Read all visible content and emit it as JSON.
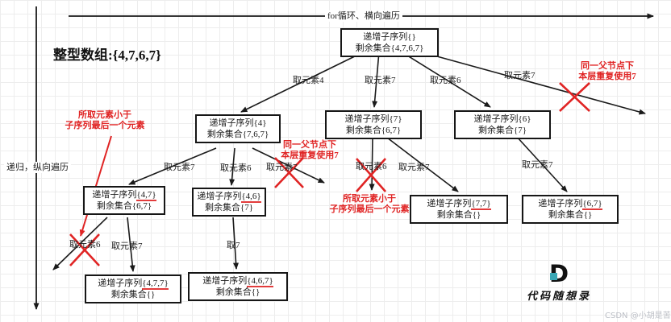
{
  "title": {
    "array_label": "整型数组:{4,7,6,7}",
    "horizontal_axis": "for循环、横向遍历",
    "vertical_axis": "递归，纵向遍历"
  },
  "nodes": {
    "root": {
      "line1": "递增子序列{}",
      "line2": "剩余集合{4,7,6,7}"
    },
    "n4": {
      "line1": "递增子序列{4}",
      "line2": "剩余集合{7,6,7}"
    },
    "n7": {
      "line1": "递增子序列{7}",
      "line2": "剩余集合{6,7}"
    },
    "n6": {
      "line1": "递增子序列{6}",
      "line2": "剩余集合{7}"
    },
    "n47": {
      "line1_pre": "递增子序列",
      "line1_set": "{4,7}",
      "line2": "剩余集合{6,7}"
    },
    "n46": {
      "line1_pre": "递增子序列",
      "line1_set": "{4,6}",
      "line2": "剩余集合{7}"
    },
    "n77": {
      "line1_pre": "递增子序列",
      "line1_set": "{7,7}",
      "line2": "剩余集合{}"
    },
    "n67": {
      "line1_pre": "递增子序列",
      "line1_set": "{6,7}",
      "line2": "剩余集合{}"
    },
    "n477": {
      "line1_pre": "递增子序列",
      "line1_set": "{4,7,7}",
      "line2": "剩余集合{}"
    },
    "n467": {
      "line1_pre": "递增子序列",
      "line1_set": "{4,6,7}",
      "line2": "剩余集合{}"
    }
  },
  "edges": {
    "root_4": "取元素4",
    "root_7": "取元素7",
    "root_6": "取元素6",
    "root_7x": "取元素7",
    "n4_7": "取元素7",
    "n4_6": "取元素6",
    "n4_7x": "取元素7",
    "n7_6x": "取元素6",
    "n7_7": "取元素7",
    "n6_7": "取元素7",
    "n47_6x": "取元素6",
    "n47_7": "取元素7",
    "n46_7": "取7"
  },
  "annotations": {
    "left_smaller": {
      "line1": "所取元素小于",
      "line2": "子序列最后一个元素"
    },
    "mid_duplicate": {
      "line1": "同一父节点下",
      "line2": "本层重复使用7"
    },
    "mid_smaller": {
      "line1": "所取元素小于",
      "line2": "子序列最后一个元素"
    },
    "top_duplicate": {
      "line1": "同一父节点下",
      "line2": "本层重复使用7"
    }
  },
  "logo": {
    "letter": "D",
    "brand": "代码随想录"
  },
  "watermark": "CSDN @小胡是苦瓜",
  "colors": {
    "annotation_red": "#e02424",
    "underline_red": "#e23c3c",
    "line_black": "#1a1a1a",
    "logo_teal": "#3aa7b5"
  }
}
